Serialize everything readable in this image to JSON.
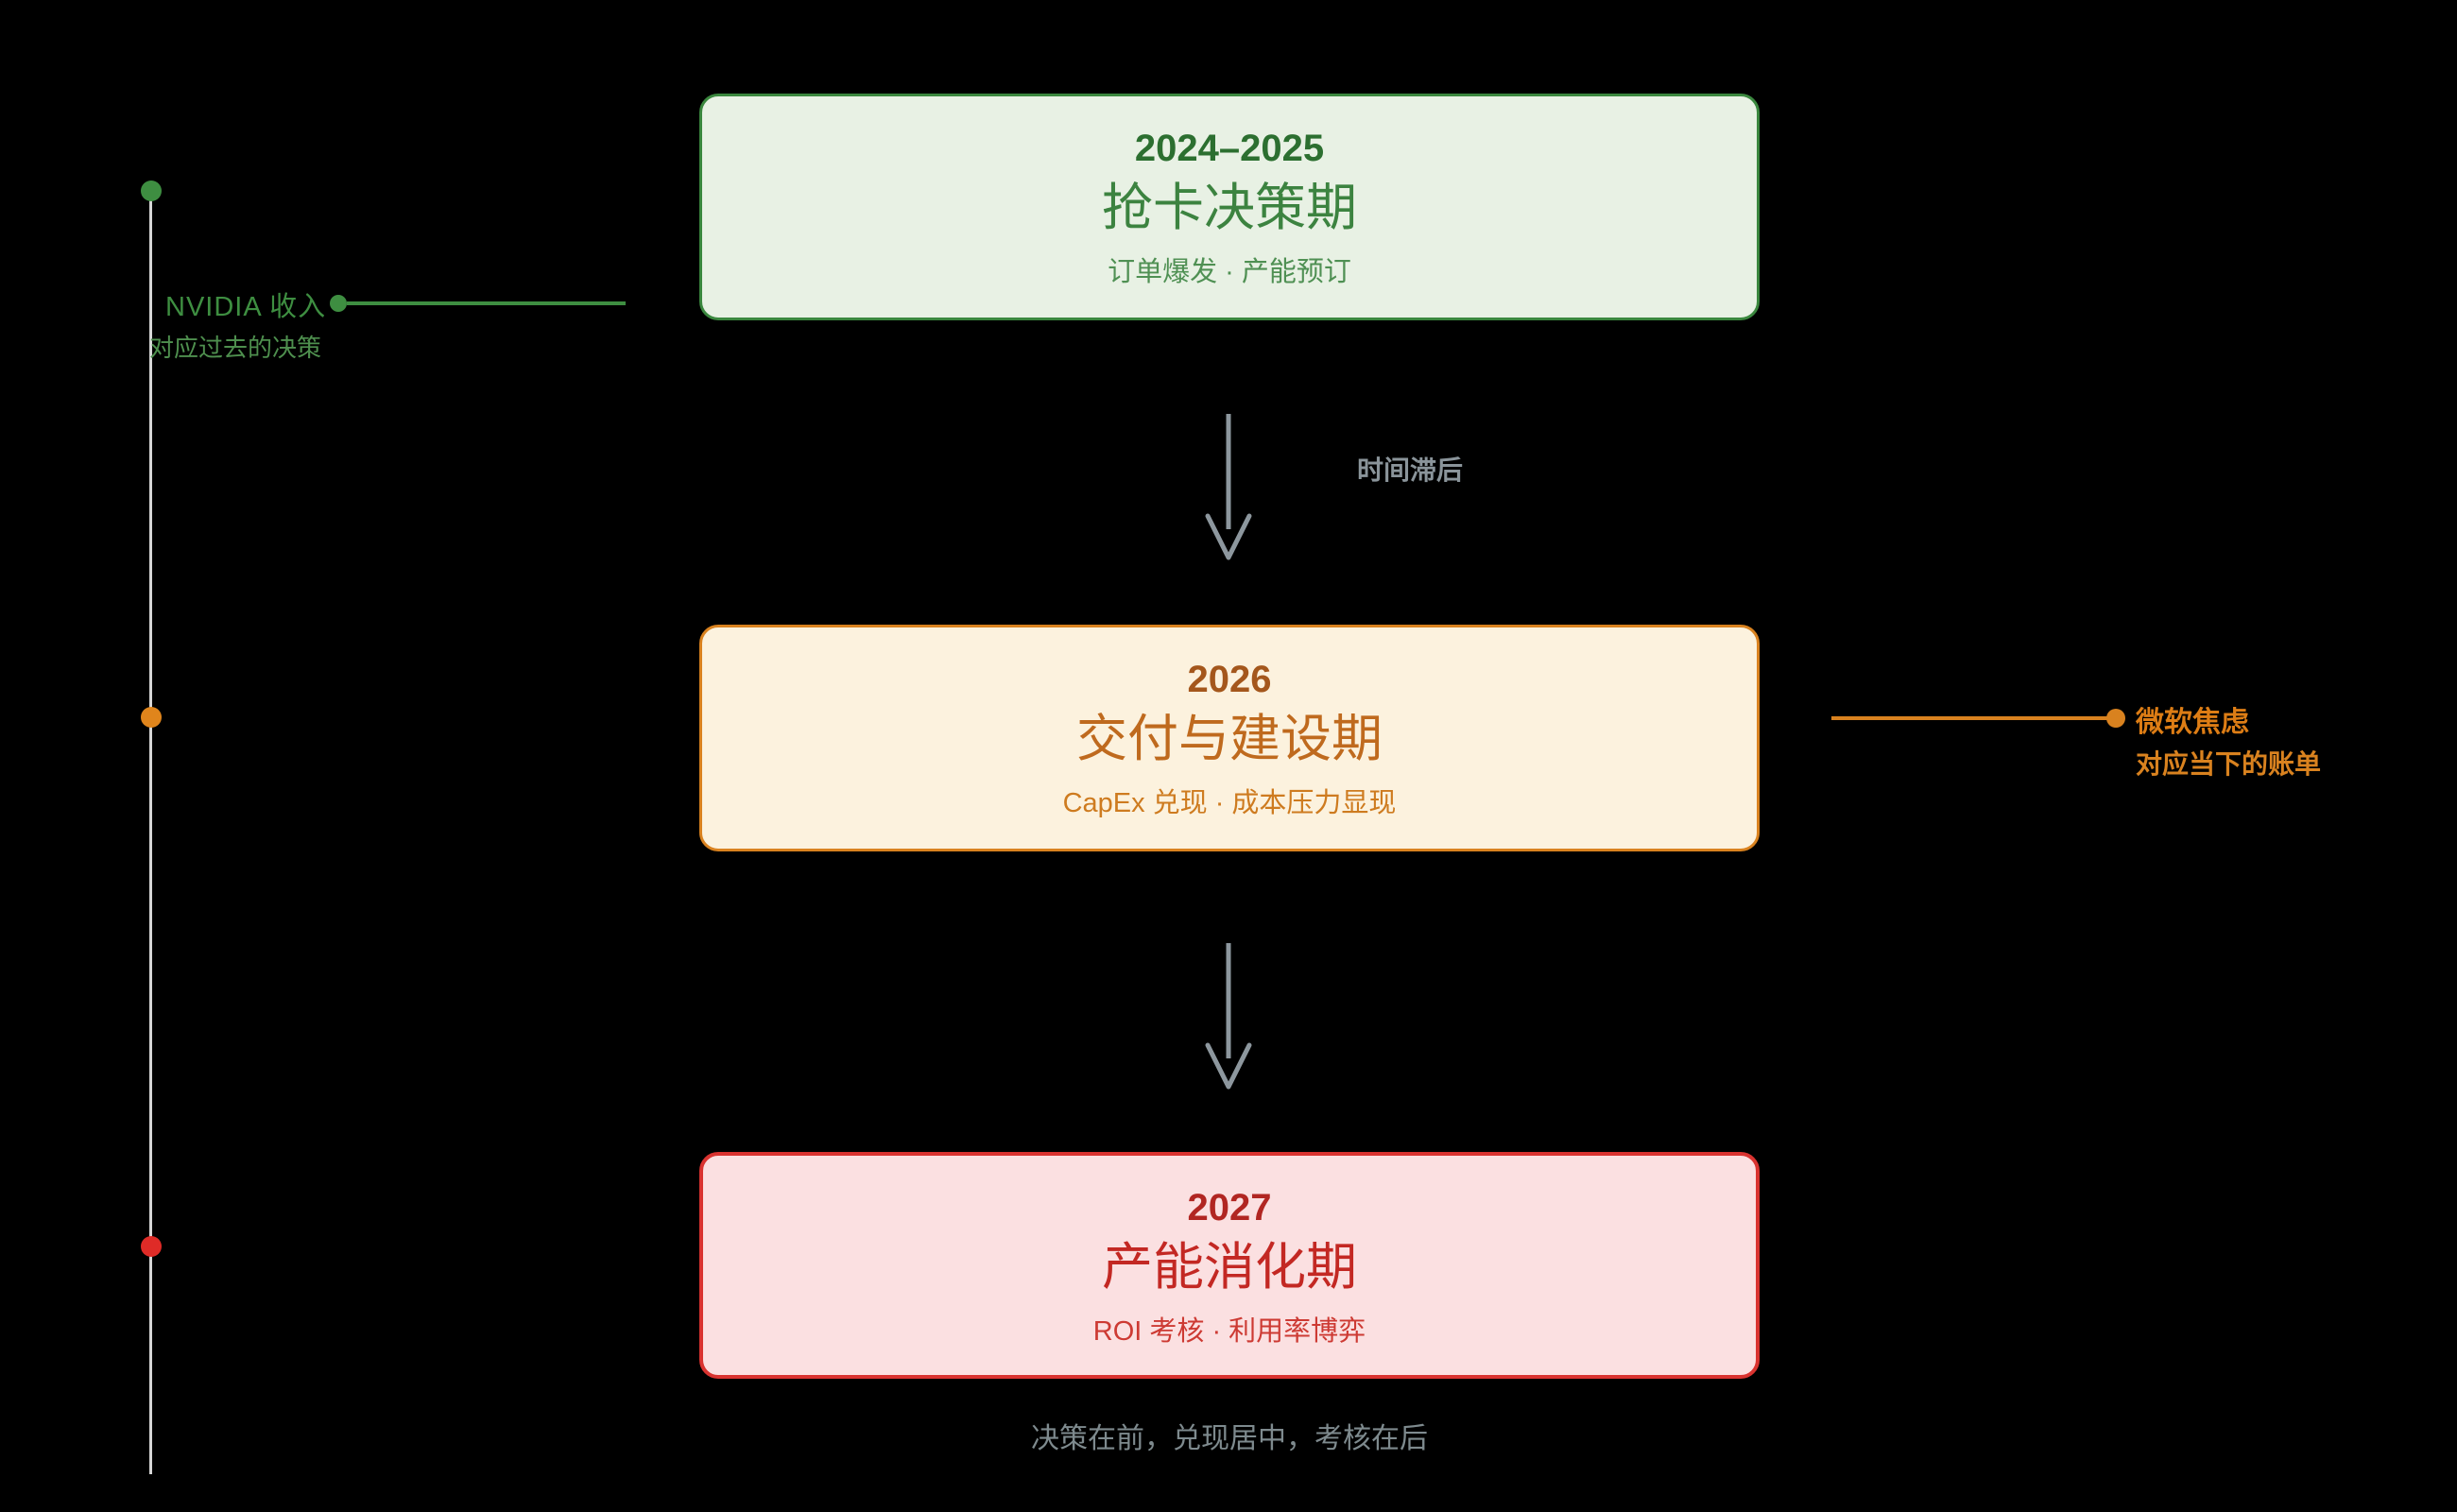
{
  "palette": {
    "background": "#000000",
    "green": "#3e8e41",
    "green_dark": "#2c6f30",
    "green_box_bg": "#e8f1e4",
    "green_box_border": "#3a873e",
    "orange": "#d9821f",
    "orange_dark": "#a4571c",
    "orange_box_bg": "#fcf2de",
    "red": "#d93330",
    "red_dark": "#b12622",
    "red_box_bg": "#fbe0e1",
    "gray_arrow": "#8d979e",
    "gray_text": "#7e8a8e",
    "timeline_line": "#d6d6d6"
  },
  "timeline": {
    "dots": [
      {
        "name": "green-dot",
        "color": "#3e8e41"
      },
      {
        "name": "orange-dot",
        "color": "#e0851c"
      },
      {
        "name": "red-dot",
        "color": "#df2b27"
      }
    ]
  },
  "annotations": {
    "left": {
      "title": "NVIDIA 收入",
      "subtitle": "对应过去的决策"
    },
    "right": {
      "title": "微软焦虑",
      "subtitle": "对应当下的账单"
    }
  },
  "stages": [
    {
      "year": "2024–2025",
      "title": "抢卡决策期",
      "subtitle": "订单爆发 · 产能预订"
    },
    {
      "year": "2026",
      "title": "交付与建设期",
      "subtitle": "CapEx 兑现 · 成本压力显现"
    },
    {
      "year": "2027",
      "title": "产能消化期",
      "subtitle": "ROI 考核 · 利用率博弈"
    }
  ],
  "arrows": [
    {
      "label": "时间滞后"
    },
    {
      "label": ""
    }
  ],
  "caption": "决策在前，兑现居中，考核在后"
}
